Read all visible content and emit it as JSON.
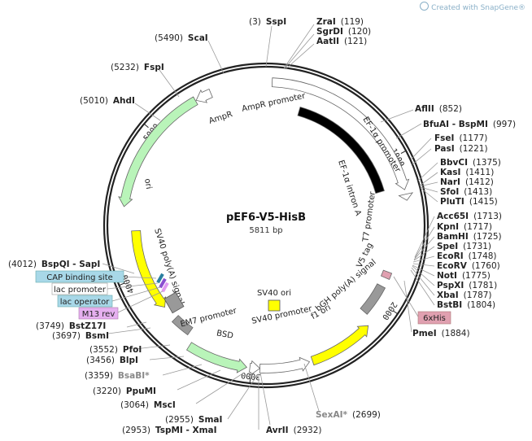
{
  "watermark": {
    "text": "Created with SnapGene®"
  },
  "plasmid": {
    "name": "pEF6-V5-HisB",
    "length_label": "5811 bp",
    "total_bp": 5811
  },
  "ticks": [
    {
      "label": "1000",
      "pos": 1000
    },
    {
      "label": "2000",
      "pos": 2000
    },
    {
      "label": "3000",
      "pos": 3000
    },
    {
      "label": "4000",
      "pos": 4000
    },
    {
      "label": "5000",
      "pos": 5000
    }
  ],
  "features": [
    {
      "label": "AmpR promoter",
      "color": "#ffffff",
      "start": 5340,
      "end": 5445,
      "dir": -1,
      "track": 0
    },
    {
      "label": "AmpR",
      "color": "#b9f4b9",
      "start": 4480,
      "end": 5335,
      "dir": -1,
      "track": 0
    },
    {
      "label": "ori",
      "color": "#ffff00",
      "start": 3730,
      "end": 4320,
      "dir": -1,
      "track": 1
    },
    {
      "label": "EF-1α promoter",
      "color": "#ffffff",
      "start": 40,
      "end": 1220,
      "dir": 1,
      "track": 0
    },
    {
      "label": "EF-1α intron A",
      "color": "#000000",
      "start": 260,
      "end": 1190,
      "dir": 0,
      "track": 2
    },
    {
      "label": "T7 promoter",
      "color": "#ffffff",
      "start": 1250,
      "end": 1290,
      "dir": 1,
      "track": 0
    },
    {
      "label": "V5 tag",
      "color": "#e0a0b0",
      "start": 1790,
      "end": 1835,
      "dir": 0,
      "track": 1
    },
    {
      "label": "bGH poly(A) signal",
      "color": "#999999",
      "start": 1900,
      "end": 2120,
      "dir": 0,
      "track": 1
    },
    {
      "label": "f1 ori",
      "color": "#ffff00",
      "start": 2170,
      "end": 2600,
      "dir": -1,
      "track": 0
    },
    {
      "label": "SV40 promoter",
      "color": "#ffffff",
      "start": 2620,
      "end": 2945,
      "dir": -1,
      "track": 0
    },
    {
      "label": "EM7 promoter",
      "color": "#ffffff",
      "start": 2945,
      "end": 3010,
      "dir": -1,
      "track": 0
    },
    {
      "label": "BSD",
      "color": "#b9f4b9",
      "start": 3030,
      "end": 3430,
      "dir": -1,
      "track": 0
    },
    {
      "label": "SV40 poly(A) signal",
      "color": "#999999",
      "start": 3480,
      "end": 3620,
      "dir": 0,
      "track": 1
    }
  ],
  "feature_labels": {
    "ampr_promoter": "AmpR promoter",
    "ampr": "AmpR",
    "ori": "ori",
    "ef1a_promoter": "EF-1α promoter",
    "ef1a_intron": "EF-1α intron A",
    "t7_promoter": "T7 promoter",
    "v5_tag": "V5 tag",
    "bgh_polya": "bGH poly(A) signal",
    "f1_ori": "f1 ori",
    "sv40_promoter": "SV40 promoter",
    "em7_promoter": "EM7 promoter",
    "bsd": "BSD",
    "sv40_polya": "SV40 poly(A) signal",
    "sv40_ori": "SV40 ori"
  },
  "boxed_labels": {
    "cap_binding_site": {
      "text": "CAP binding site",
      "color": "#a8d8e8"
    },
    "lac_promoter": {
      "text": "lac promoter",
      "color": "#ffffff"
    },
    "lac_operator": {
      "text": "lac operator",
      "color": "#a8d8e8"
    },
    "m13_rev": {
      "text": "M13 rev",
      "color": "#e6b0f0"
    },
    "six_his": {
      "text": "6xHis",
      "color": "#e0a0b0"
    }
  },
  "sites": [
    {
      "id": "sspi",
      "name": "SspI",
      "pos": "(3)",
      "bp": 3,
      "gray": false
    },
    {
      "id": "zrai",
      "name": "ZraI",
      "pos": "(119)",
      "bp": 119,
      "gray": false
    },
    {
      "id": "sgrdi",
      "name": "SgrDI",
      "pos": "(120)",
      "bp": 120,
      "gray": false
    },
    {
      "id": "aatii",
      "name": "AatII",
      "pos": "(121)",
      "bp": 121,
      "gray": false
    },
    {
      "id": "aflii",
      "name": "AflII",
      "pos": "(852)",
      "bp": 852,
      "gray": false
    },
    {
      "id": "bfuai",
      "name": "BfuAI - BspMI",
      "pos": "(997)",
      "bp": 997,
      "gray": false
    },
    {
      "id": "fsei",
      "name": "FseI",
      "pos": "(1177)",
      "bp": 1177,
      "gray": false
    },
    {
      "id": "pasi",
      "name": "PasI",
      "pos": "(1221)",
      "bp": 1221,
      "gray": false
    },
    {
      "id": "bbvci",
      "name": "BbvCI",
      "pos": "(1375)",
      "bp": 1375,
      "gray": false
    },
    {
      "id": "kasi",
      "name": "KasI",
      "pos": "(1411)",
      "bp": 1411,
      "gray": false
    },
    {
      "id": "nari",
      "name": "NarI",
      "pos": "(1412)",
      "bp": 1412,
      "gray": false
    },
    {
      "id": "sfoi",
      "name": "SfoI",
      "pos": "(1413)",
      "bp": 1413,
      "gray": false
    },
    {
      "id": "pluti",
      "name": "PluTI",
      "pos": "(1415)",
      "bp": 1415,
      "gray": false
    },
    {
      "id": "acc65i",
      "name": "Acc65I",
      "pos": "(1713)",
      "bp": 1713,
      "gray": false
    },
    {
      "id": "kpni",
      "name": "KpnI",
      "pos": "(1717)",
      "bp": 1717,
      "gray": false
    },
    {
      "id": "bamhi",
      "name": "BamHI",
      "pos": "(1725)",
      "bp": 1725,
      "gray": false
    },
    {
      "id": "spei",
      "name": "SpeI",
      "pos": "(1731)",
      "bp": 1731,
      "gray": false
    },
    {
      "id": "ecori",
      "name": "EcoRI",
      "pos": "(1748)",
      "bp": 1748,
      "gray": false
    },
    {
      "id": "ecorv",
      "name": "EcoRV",
      "pos": "(1760)",
      "bp": 1760,
      "gray": false
    },
    {
      "id": "noti",
      "name": "NotI",
      "pos": "(1775)",
      "bp": 1775,
      "gray": false
    },
    {
      "id": "pspxi",
      "name": "PspXI",
      "pos": "(1781)",
      "bp": 1781,
      "gray": false
    },
    {
      "id": "xbai",
      "name": "XbaI",
      "pos": "(1787)",
      "bp": 1787,
      "gray": false
    },
    {
      "id": "bstbi",
      "name": "BstBI",
      "pos": "(1804)",
      "bp": 1804,
      "gray": false
    },
    {
      "id": "pmei",
      "name": "PmeI",
      "pos": "(1884)",
      "bp": 1884,
      "gray": false
    },
    {
      "id": "sexai",
      "name": "SexAI*",
      "pos": "(2699)",
      "bp": 2699,
      "gray": true
    },
    {
      "id": "avrii",
      "name": "AvrII",
      "pos": "(2932)",
      "bp": 2932,
      "gray": false
    },
    {
      "id": "tspmi",
      "name": "TspMI - XmaI",
      "pos": "(2953)",
      "bp": 2953,
      "gray": false
    },
    {
      "id": "smai",
      "name": "SmaI",
      "pos": "(2955)",
      "bp": 2955,
      "gray": false
    },
    {
      "id": "msci",
      "name": "MscI",
      "pos": "(3064)",
      "bp": 3064,
      "gray": false
    },
    {
      "id": "ppumi",
      "name": "PpuMI",
      "pos": "(3220)",
      "bp": 3220,
      "gray": false
    },
    {
      "id": "bsabi",
      "name": "BsaBI*",
      "pos": "(3359)",
      "bp": 3359,
      "gray": true
    },
    {
      "id": "blpi",
      "name": "BlpI",
      "pos": "(3456)",
      "bp": 3456,
      "gray": false
    },
    {
      "id": "pfoi",
      "name": "PfoI",
      "pos": "(3552)",
      "bp": 3552,
      "gray": false
    },
    {
      "id": "bsmi",
      "name": "BsmI",
      "pos": "(3697)",
      "bp": 3697,
      "gray": false
    },
    {
      "id": "bstz17i",
      "name": "BstZ17I",
      "pos": "(3749)",
      "bp": 3749,
      "gray": false
    },
    {
      "id": "bspqi",
      "name": "BspQI - SapI",
      "pos": "(4012)",
      "bp": 4012,
      "gray": false
    },
    {
      "id": "ahdi",
      "name": "AhdI",
      "pos": "(5010)",
      "bp": 5010,
      "gray": false
    },
    {
      "id": "fspi",
      "name": "FspI",
      "pos": "(5232)",
      "bp": 5232,
      "gray": false
    },
    {
      "id": "scai",
      "name": "ScaI",
      "pos": "(5490)",
      "bp": 5490,
      "gray": false
    }
  ]
}
